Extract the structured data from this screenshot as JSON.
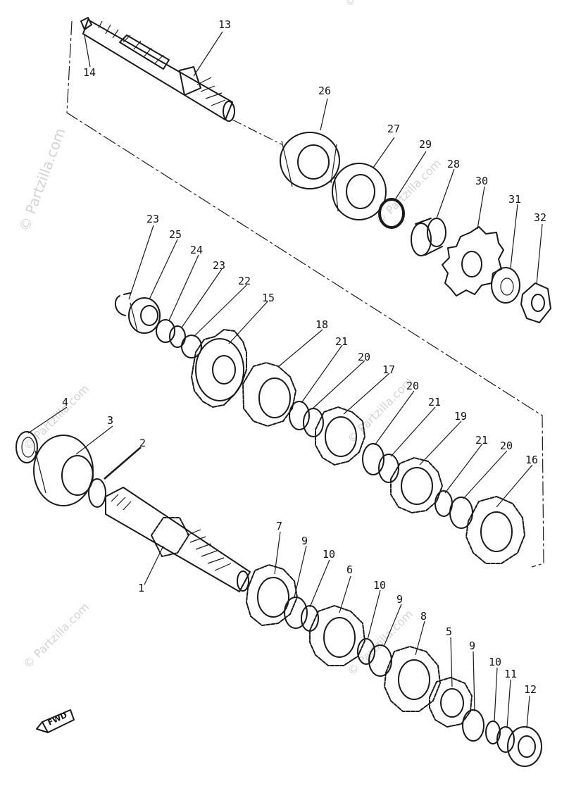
{
  "watermark": {
    "text": "© Partzilla.com",
    "color": "#cfcfcf"
  },
  "fwd_label": "FWD",
  "labels": [
    "13",
    "14",
    "26",
    "27",
    "29",
    "28",
    "30",
    "31",
    "32",
    "23",
    "25",
    "24",
    "23",
    "22",
    "15",
    "18",
    "21",
    "20",
    "17",
    "20",
    "21",
    "19",
    "21",
    "20",
    "16",
    "4",
    "3",
    "2",
    "7",
    "9",
    "10",
    "6",
    "10",
    "9",
    "8",
    "5",
    "9",
    "10",
    "11",
    "12",
    "1"
  ],
  "ink_color": "#1a1a1a"
}
